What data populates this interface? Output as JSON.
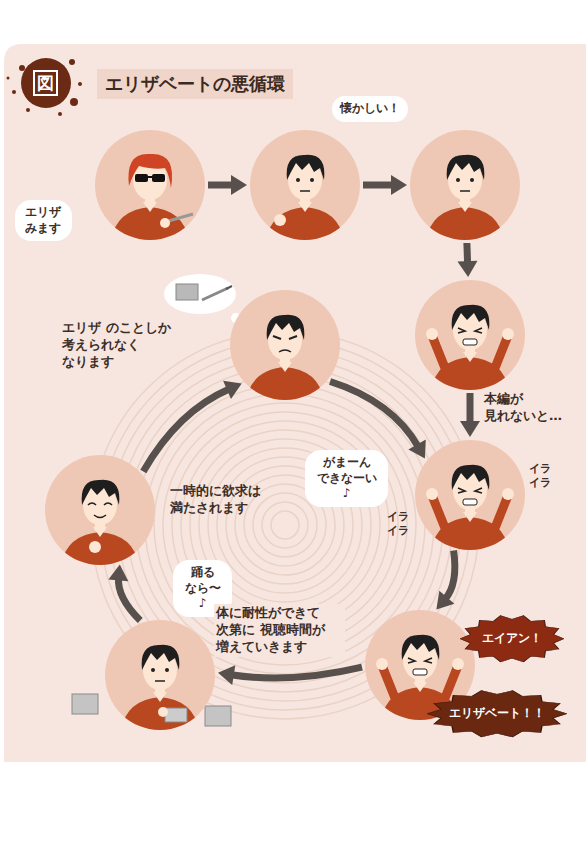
{
  "diagram": {
    "title": "エリザベートの悪循環",
    "nodes": [
      {
        "text": [
          "エリザ みます"
        ]
      },
      {
        "text": [
          "懐かしい！"
        ]
      },
      {
        "text": []
      },
      {
        "text": []
      },
      {
        "text": [
          "がまーん できなーい♪",
          "イラ イラ",
          "イラ イラ"
        ]
      },
      {
        "text": [
          "エイアン！",
          "エリザベート！！"
        ]
      },
      {
        "text": [
          "踊る なら〜♪"
        ]
      },
      {
        "text": [
          "一時的に欲求は 満たされます"
        ]
      },
      {
        "text": [
          "エリザ のことしか 考えられなく なります"
        ]
      }
    ],
    "edges": [
      {
        "from": 0,
        "to": 1,
        "arrow": "to"
      },
      {
        "from": 1,
        "to": 2,
        "arrow": "to"
      },
      {
        "from": 2,
        "to": 3,
        "arrow": "to"
      },
      {
        "from": 3,
        "to": 4,
        "arrow": "to",
        "label": "本編が 見れないと…"
      },
      {
        "from": 4,
        "to": 5,
        "arrow": "to"
      },
      {
        "from": 5,
        "to": 6,
        "arrow": "to",
        "label": "体に耐性ができて 次第に 視聴時間が 増えていきます"
      },
      {
        "from": 6,
        "to": 7,
        "arrow": "to"
      },
      {
        "from": 7,
        "to": 8,
        "arrow": "to"
      },
      {
        "from": 8,
        "to": 4,
        "arrow": "to"
      }
    ],
    "labels": [
      "図"
    ]
  }
}
